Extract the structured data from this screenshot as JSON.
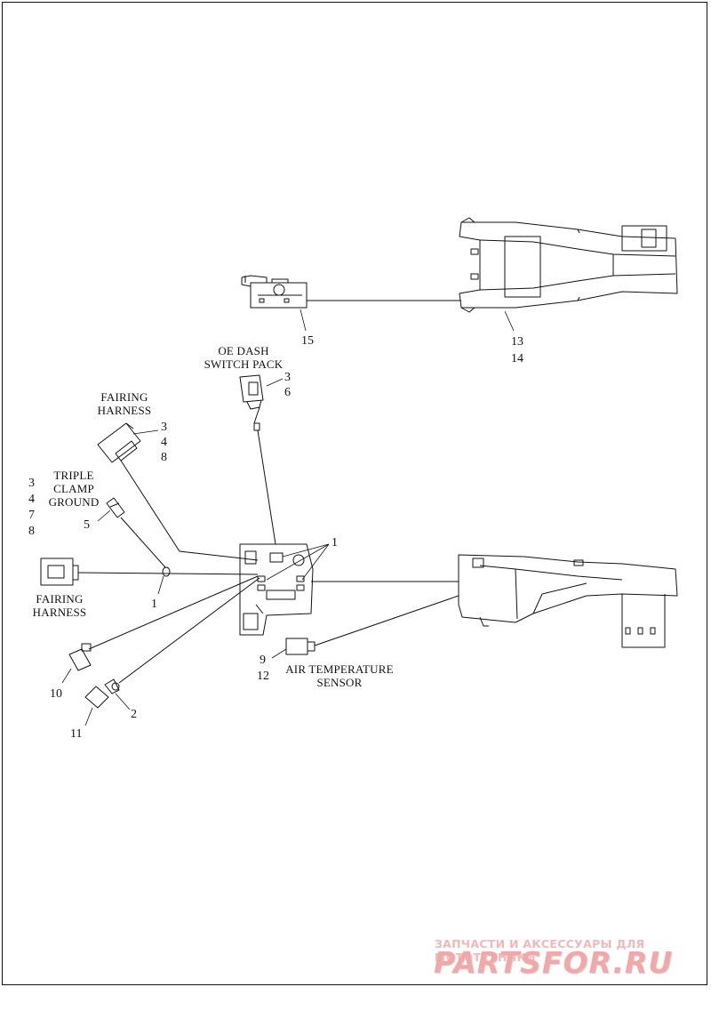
{
  "callouts": {
    "c15": "15",
    "c13": "13",
    "c14": "14",
    "c3a": "3",
    "c6": "6",
    "c3b": "3",
    "c4a": "4",
    "c8a": "8",
    "c3c": "3",
    "c4b": "4",
    "c7": "7",
    "c8b": "8",
    "c5": "5",
    "c1a": "1",
    "c1b": "1",
    "c9": "9",
    "c12": "12",
    "c10": "10",
    "c11": "11",
    "c2": "2"
  },
  "captions": {
    "oe_dash_1": "OE DASH",
    "oe_dash_2": "SWITCH PACK",
    "fairing_top_1": "FAIRING",
    "fairing_top_2": "HARNESS",
    "triple_1": "TRIPLE",
    "triple_2": "CLAMP",
    "triple_3": "GROUND",
    "fairing_left_1": "FAIRING",
    "fairing_left_2": "HARNESS",
    "air_temp_1": "AIR TEMPERATURE",
    "air_temp_2": "SENSOR"
  },
  "watermark": {
    "tagline": "ЗАПЧАСТИ И АКСЕССУАРЫ ДЛЯ МОТОТЕХНИКИ",
    "brand": "PARTSFOR.RU"
  },
  "colors": {
    "line": "#111111",
    "watermark": "#f0a8a8"
  }
}
